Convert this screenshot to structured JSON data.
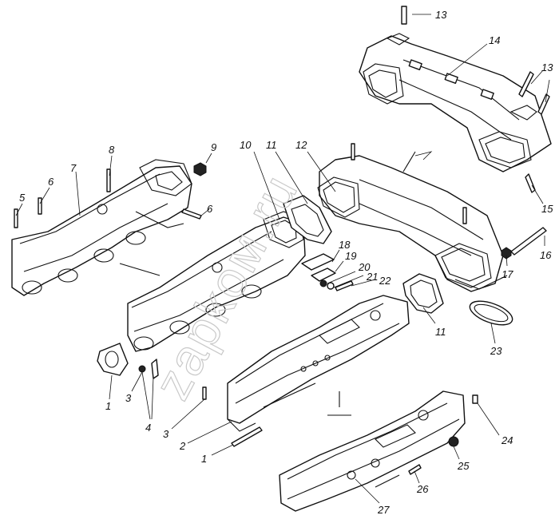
{
  "watermark": "zapkoм.ru",
  "callouts": [
    "1",
    "2",
    "3",
    "4",
    "5",
    "6",
    "7",
    "8",
    "9",
    "10",
    "11",
    "12",
    "13",
    "14",
    "15",
    "16",
    "17",
    "18",
    "19",
    "20",
    "21",
    "22",
    "23",
    "24",
    "25",
    "26",
    "27"
  ]
}
